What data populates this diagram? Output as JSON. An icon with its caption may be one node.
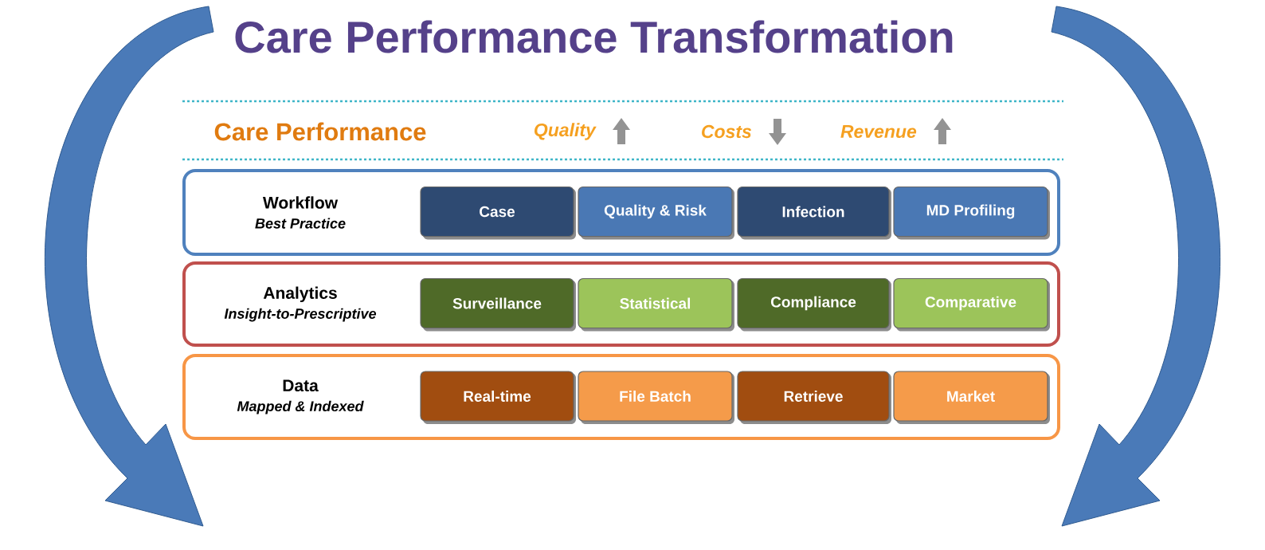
{
  "diagram": {
    "title": "Care Performance Transformation",
    "nodes": [
      {
        "text": [
          "Workflow",
          "Best Practice"
        ]
      },
      {
        "text": [
          "Case"
        ],
        "in": 0
      },
      {
        "text": [
          "Quality & Risk"
        ],
        "in": 0
      },
      {
        "text": [
          "Infection"
        ],
        "in": 0
      },
      {
        "text": [
          "MD Profiling"
        ],
        "in": 0
      },
      {
        "text": [
          "Analytics",
          "Insight-to-Prescriptive"
        ]
      },
      {
        "text": [
          "Surveillance"
        ],
        "in": 5
      },
      {
        "text": [
          "Statistical"
        ],
        "in": 5
      },
      {
        "text": [
          "Compliance"
        ],
        "in": 5
      },
      {
        "text": [
          "Comparative"
        ],
        "in": 5
      },
      {
        "text": [
          "Data",
          "Mapped & Indexed"
        ]
      },
      {
        "text": [
          "Real-time"
        ],
        "in": 10
      },
      {
        "text": [
          "File Batch"
        ],
        "in": 10
      },
      {
        "text": [
          "Retrieve"
        ],
        "in": 10
      },
      {
        "text": [
          "Market"
        ],
        "in": 10
      }
    ],
    "labels": [
      "Care Performance",
      "Quality",
      "Costs",
      "Revenue"
    ]
  }
}
